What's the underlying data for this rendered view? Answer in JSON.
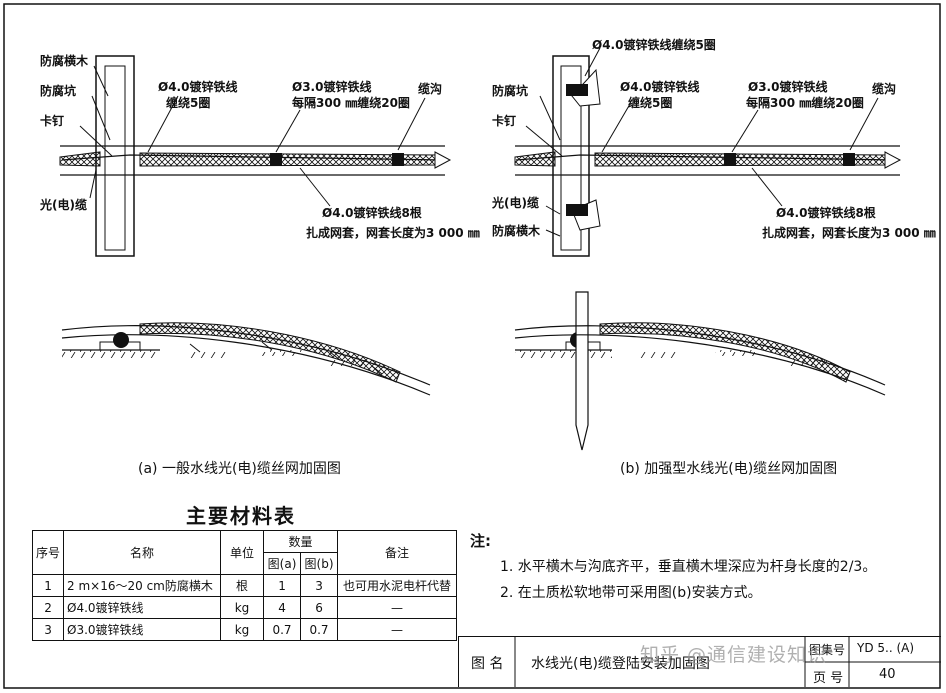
{
  "figure_a": {
    "labels": {
      "anticorrosion_crosswood": "防腐横木",
      "anticorrosion_pit": "防腐坑",
      "clamp_nail": "卡钉",
      "cable": "光(电)缆",
      "wire40_line1": "Ø4.0镀锌铁线",
      "wire40_line2": "缠绕5圈",
      "wire30_line1": "Ø3.0镀锌铁线",
      "wire30_line2": "每隔300 ㎜缠绕20圈",
      "trench": "缆沟",
      "wire40x8": "Ø4.0镀锌铁线8根",
      "net_length": "扎成网套，网套长度为3 000 ㎜"
    },
    "caption": "(a) 一般水线光(电)缆丝网加固图"
  },
  "figure_b": {
    "labels": {
      "wire40_top": "Ø4.0镀锌铁线缠绕5圈",
      "anticorrosion_pit": "防腐坑",
      "clamp_nail": "卡钉",
      "wire40_line1": "Ø4.0镀锌铁线",
      "wire40_line2": "缠绕5圈",
      "wire30_line1": "Ø3.0镀锌铁线",
      "wire30_line2": "每隔300 ㎜缠绕20圈",
      "trench": "缆沟",
      "cable": "光(电)缆",
      "anticorrosion_crosswood": "防腐横木",
      "wire40x8": "Ø4.0镀锌铁线8根",
      "net_length": "扎成网套，网套长度为3 000 ㎜"
    },
    "caption": "(b) 加强型水线光(电)缆丝网加固图"
  },
  "material_table": {
    "title": "主要材料表",
    "headers": {
      "no": "序号",
      "name": "名称",
      "unit": "单位",
      "quantity": "数量",
      "qty_a": "图(a)",
      "qty_b": "图(b)",
      "remark": "备注"
    },
    "rows": [
      {
        "no": "1",
        "name": "2 m×16～20 cm防腐横木",
        "unit": "根",
        "qa": "1",
        "qb": "3",
        "remark": "也可用水泥电杆代替"
      },
      {
        "no": "2",
        "name": "Ø4.0镀锌铁线",
        "unit": "kg",
        "qa": "4",
        "qb": "6",
        "remark": "—"
      },
      {
        "no": "3",
        "name": "Ø3.0镀锌铁线",
        "unit": "kg",
        "qa": "0.7",
        "qb": "0.7",
        "remark": "—"
      }
    ]
  },
  "notes": {
    "heading": "注:",
    "items": [
      "1. 水平横木与沟底齐平，垂直横木埋深应为杆身长度的2/3。",
      "2. 在土质松软地带可采用图(b)安装方式。"
    ]
  },
  "title_block": {
    "drawing_name_label": "图 名",
    "drawing_name": "水线光(电)缆登陆安装加固图",
    "atlas_no_label": "图集号",
    "atlas_no": "YD 5.. (A)",
    "page_no_label": "页 号",
    "page_no": "40"
  },
  "watermark": "知乎 @通信建设知识"
}
